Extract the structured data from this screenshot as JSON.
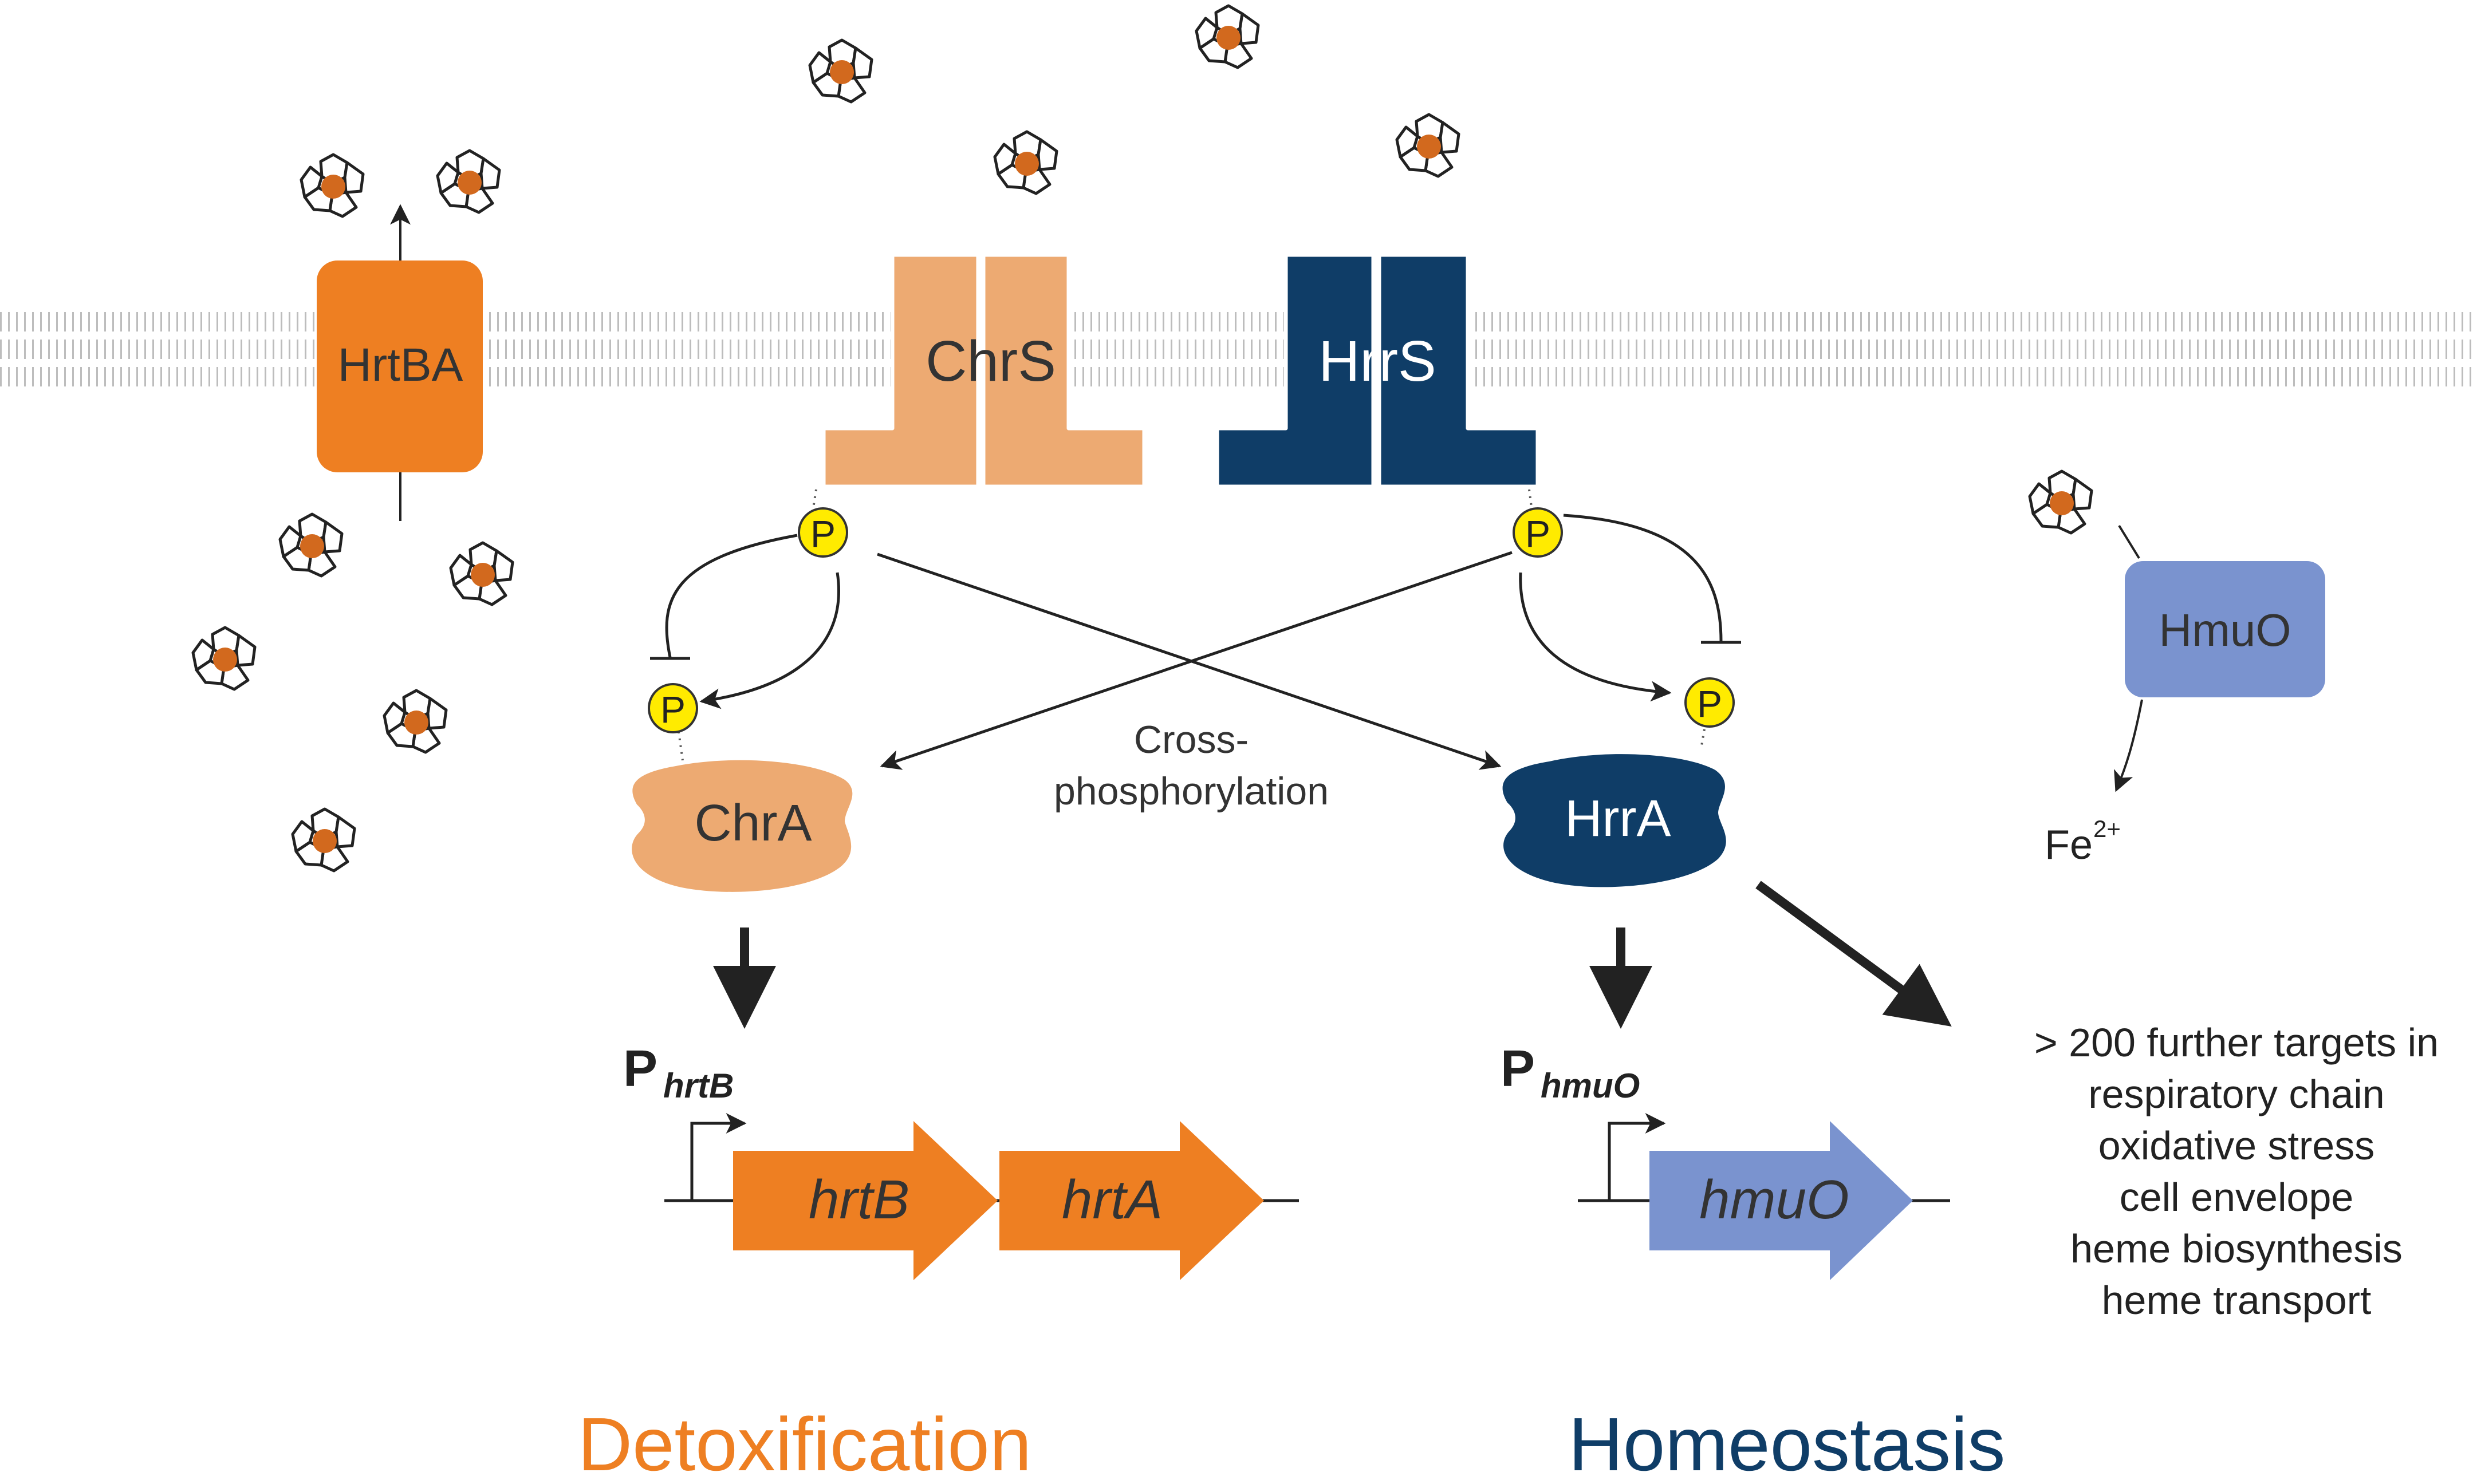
{
  "proteins": {
    "hrtba": "HrtBA",
    "chrs": "ChrS",
    "hrrs": "HrrS",
    "chra": "ChrA",
    "hrra": "HrrA",
    "hmuo": "HmuO"
  },
  "phospho_label": "P",
  "cross_phosphorylation": {
    "line1": "Cross-",
    "line2": "phosphorylation"
  },
  "promoters": {
    "hrtb": {
      "p": "P",
      "sub": "hrtB"
    },
    "hmuo": {
      "p": "P",
      "sub": "hmuO"
    }
  },
  "genes": {
    "hrtb": "hrtB",
    "hrta": "hrtA",
    "hmuo": "hmuO"
  },
  "iron": {
    "base": "Fe",
    "charge": "2+"
  },
  "targets": [
    "> 200 further targets in",
    "respiratory chain",
    "oxidative stress",
    "cell envelope",
    "heme biosynthesis",
    "heme transport"
  ],
  "outcomes": {
    "detoxification": "Detoxification",
    "homeostasis": "Homeostasis"
  },
  "colors": {
    "orange": "#EE7F22",
    "light_orange": "#EDAA72",
    "navy": "#0F3D67",
    "periwinkle": "#7A93CF",
    "phospho_yellow": "#FFEB00",
    "heme_core": "#D2691E",
    "membrane_gray": "#BDBDBD",
    "arrow_dark": "#222222"
  },
  "icon_names": [
    "heme-molecule-icon",
    "phosphate-icon",
    "transcription-start-icon"
  ]
}
